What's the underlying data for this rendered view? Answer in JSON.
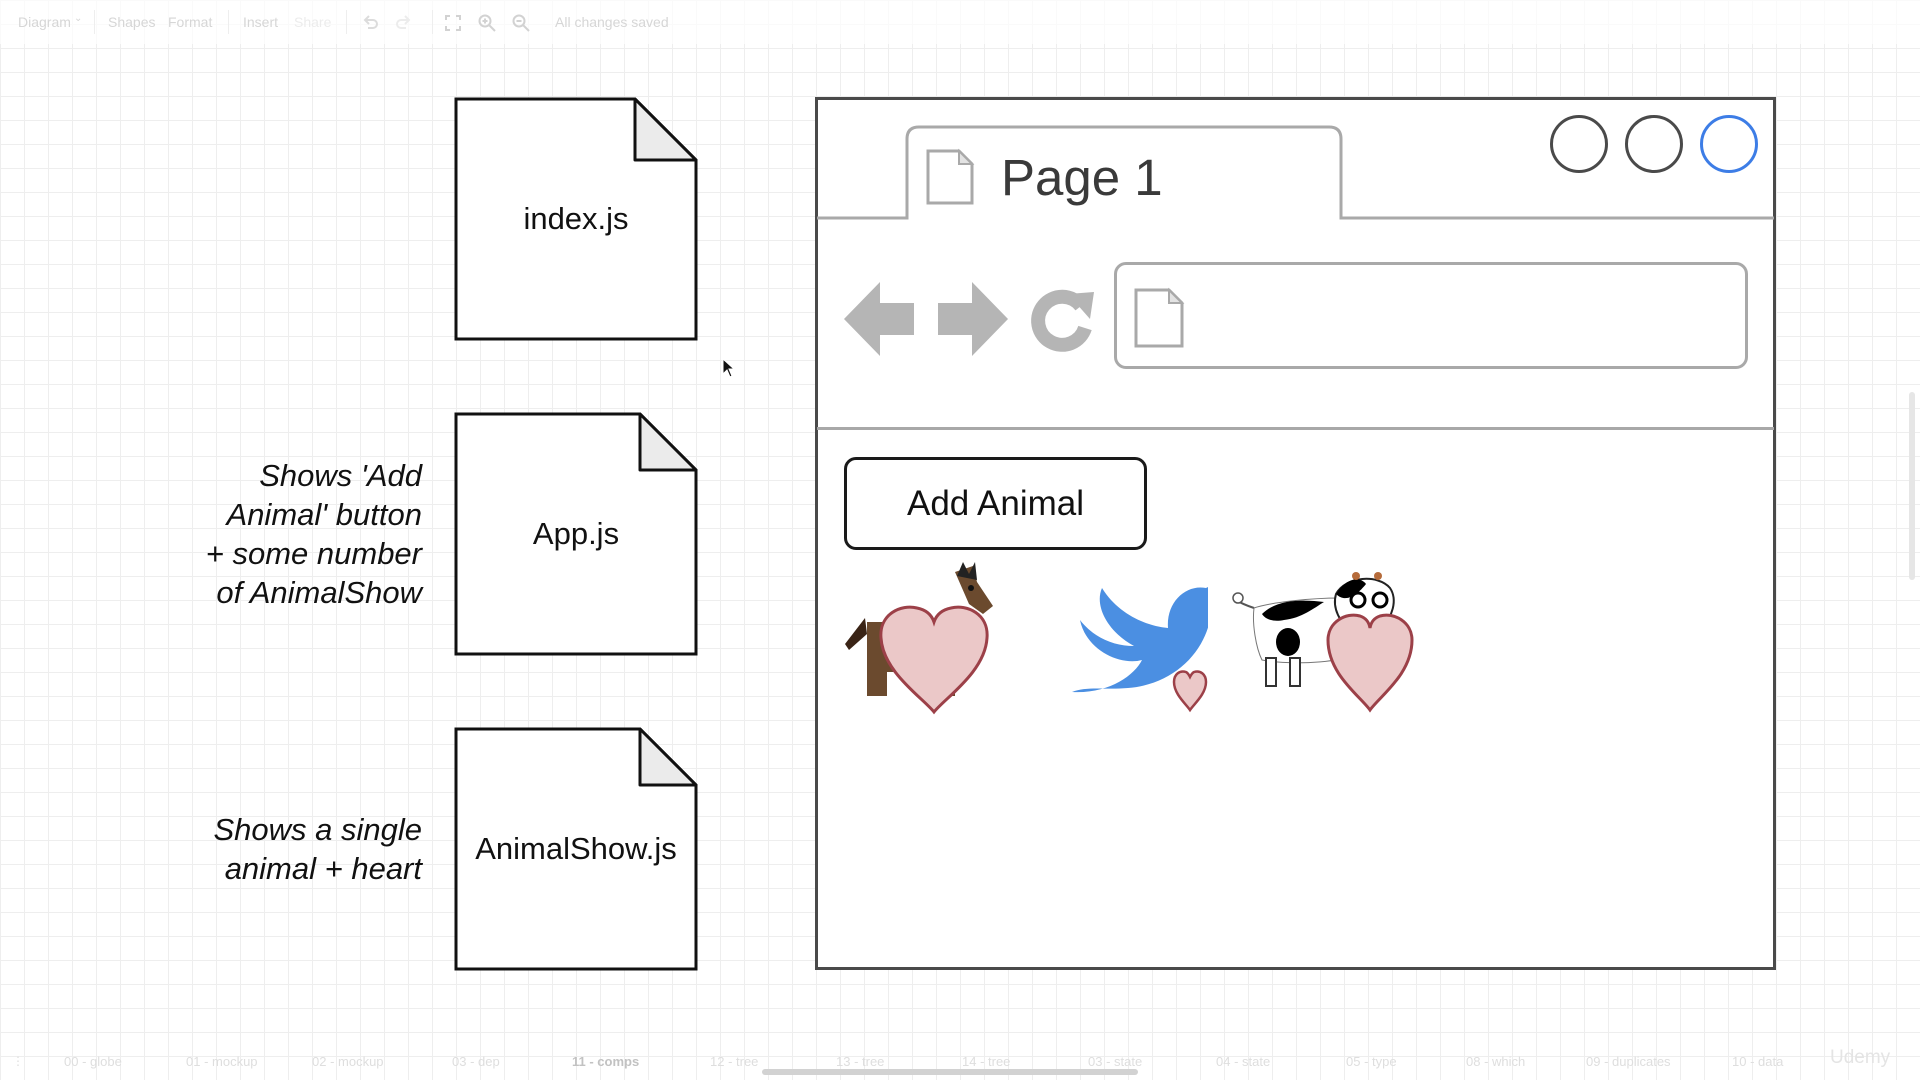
{
  "toolbar": {
    "diagram_menu": "Diagram",
    "shapes_button": "Shapes",
    "format_button": "Format",
    "insert_menu": "Insert",
    "share_button": "Share",
    "status_text": "All changes saved"
  },
  "files": [
    {
      "name": "index.js"
    },
    {
      "name": "App.js",
      "note": "Shows 'Add Animal' button + some number of AnimalShow"
    },
    {
      "name": "AnimalShow.js",
      "note": "Shows a single animal + heart"
    }
  ],
  "notes": {
    "app_lines": [
      "Shows 'Add",
      "Animal' button",
      "+ some number",
      "of AnimalShow"
    ],
    "animalshow_lines": [
      "Shows a single",
      "animal + heart"
    ]
  },
  "browser": {
    "tab_title": "Page 1",
    "add_button_label": "Add Animal",
    "animals": [
      "horse",
      "bird",
      "cow"
    ],
    "heart_color": "#ebc8c8",
    "heart_outline": "#9c4048",
    "window_circle_active_color": "#3d7de6"
  },
  "page_tabs": [
    "00 - globe",
    "01 - mockup",
    "02 - mockup",
    "03 - dep",
    "11 - comps",
    "12 - tree",
    "13 - tree",
    "14 - tree",
    "03 - state",
    "04 - state",
    "05 - type",
    "08 - which",
    "09 - duplicates",
    "10 - data"
  ],
  "active_page_tab": "11 - comps",
  "watermark": "Udemy"
}
